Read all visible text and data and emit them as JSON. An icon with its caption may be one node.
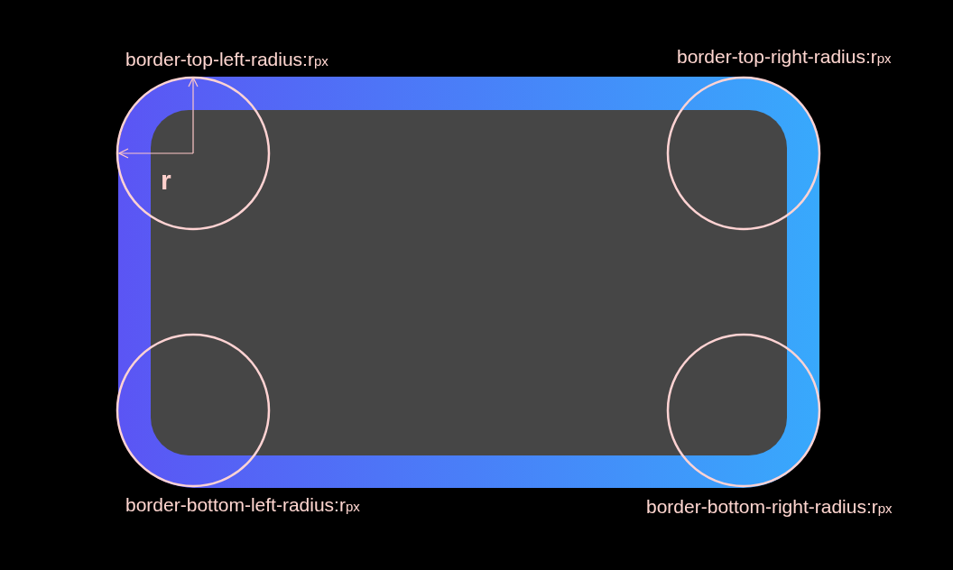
{
  "diagram": {
    "labels": [
      "border-top-left-radius:r$_{px}$",
      "border-top-right-radius:r$_{px}$",
      "r",
      "border-bottom-left-radius:r$_{px}$",
      "border-bottom-right-radius:r$_{px}$"
    ]
  }
}
